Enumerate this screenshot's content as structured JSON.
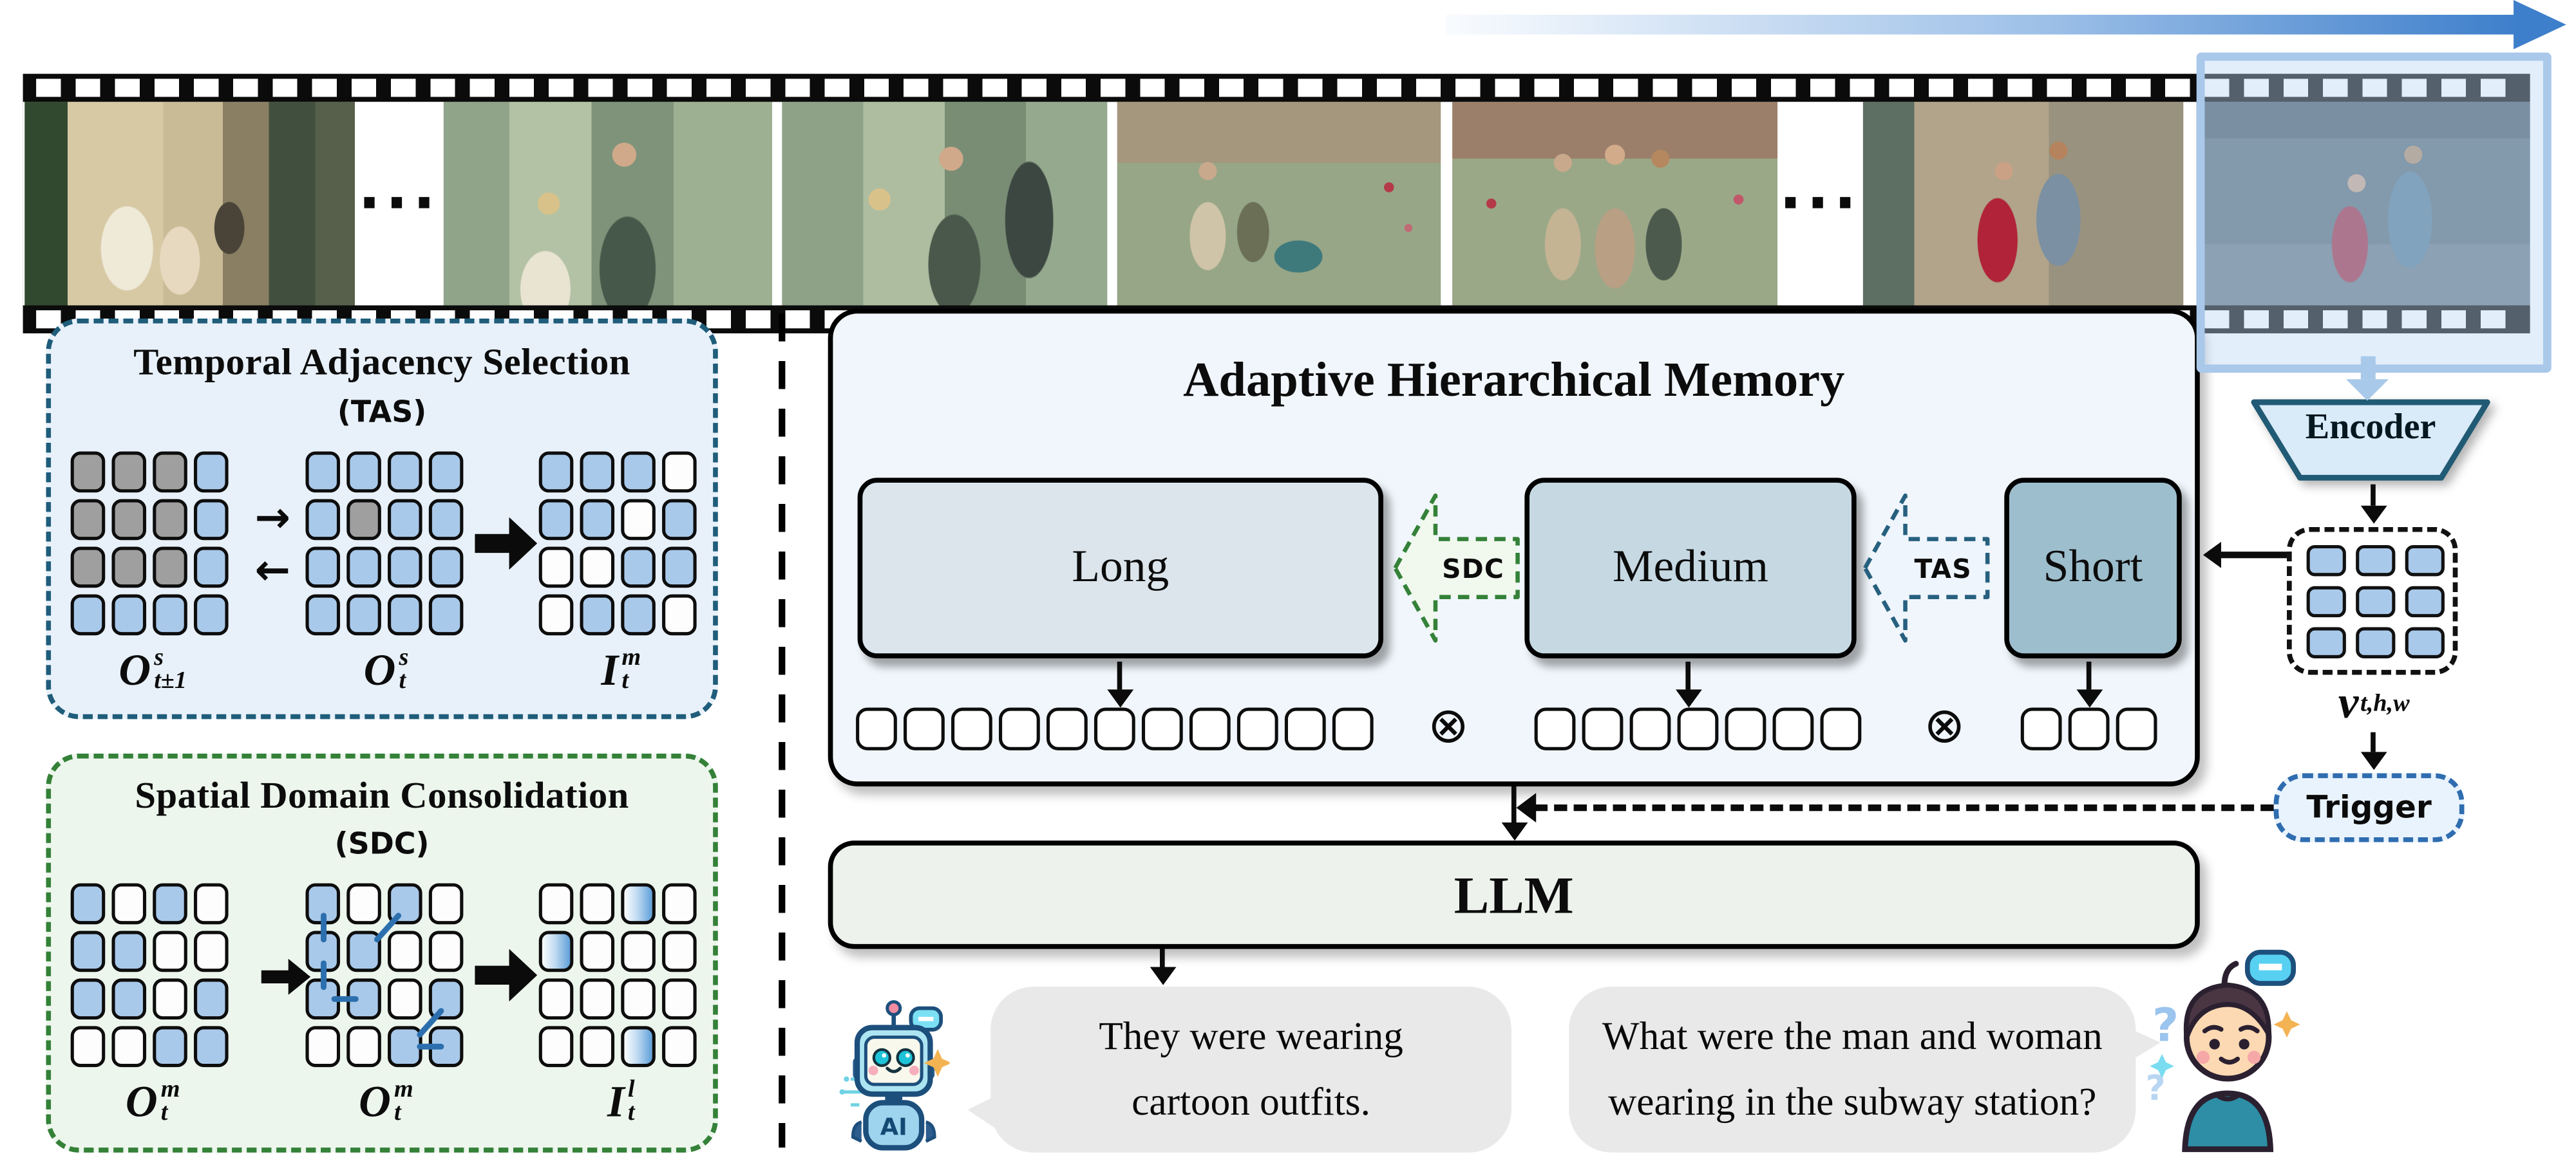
{
  "film_strip": {
    "ellipsis": "···",
    "frames": [
      "subway-costumes",
      "forest-couple",
      "forest-couple-back",
      "garden-walk",
      "garden-group",
      "red-dress-couple",
      "red-dress-couple-current"
    ]
  },
  "tas_panel": {
    "title": "Temporal Adjacency Selection",
    "subtitle": "(TAS)",
    "arrow_right": "→",
    "arrow_left": "←",
    "grids": {
      "adjacent": [
        [
          "g",
          "g",
          "g",
          "b"
        ],
        [
          "g",
          "g",
          "g",
          "b"
        ],
        [
          "g",
          "g",
          "g",
          "b"
        ],
        [
          "b",
          "b",
          "b",
          "b"
        ]
      ],
      "current": [
        [
          "b",
          "b",
          "b",
          "b"
        ],
        [
          "b",
          "g",
          "b",
          "b"
        ],
        [
          "b",
          "b",
          "b",
          "b"
        ],
        [
          "b",
          "b",
          "b",
          "b"
        ]
      ],
      "result": [
        [
          "b",
          "b",
          "b",
          "w"
        ],
        [
          "b",
          "b",
          "w",
          "b"
        ],
        [
          "w",
          "w",
          "b",
          "b"
        ],
        [
          "w",
          "b",
          "b",
          "w"
        ]
      ]
    },
    "labels": [
      {
        "base": "O",
        "sup": "s",
        "sub": "t±1"
      },
      {
        "base": "O",
        "sup": "s",
        "sub": "t"
      },
      {
        "base": "I",
        "sup": "m",
        "sub": "t"
      }
    ]
  },
  "sdc_panel": {
    "title": "Spatial Domain Consolidation",
    "subtitle": "(SDC)",
    "grids": {
      "input": [
        [
          "b",
          "w",
          "b",
          "w"
        ],
        [
          "b",
          "b",
          "w",
          "w"
        ],
        [
          "b",
          "b",
          "w",
          "b"
        ],
        [
          "w",
          "w",
          "b",
          "b"
        ]
      ],
      "linked": [
        [
          "b",
          "w",
          "b",
          "w"
        ],
        [
          "b",
          "b",
          "w",
          "w"
        ],
        [
          "b",
          "b",
          "w",
          "b"
        ],
        [
          "w",
          "w",
          "b",
          "b"
        ]
      ],
      "result": [
        [
          "w",
          "w",
          "d",
          "w"
        ],
        [
          "d",
          "w",
          "w",
          "w"
        ],
        [
          "w",
          "w",
          "w",
          "w"
        ],
        [
          "w",
          "w",
          "d",
          "w"
        ]
      ]
    },
    "links": [
      [
        [
          0,
          0
        ],
        [
          0,
          1
        ]
      ],
      [
        [
          2,
          0
        ],
        [
          1,
          1
        ]
      ],
      [
        [
          0,
          1
        ],
        [
          0,
          2
        ]
      ],
      [
        [
          0,
          2
        ],
        [
          1,
          2
        ]
      ],
      [
        [
          3,
          2
        ],
        [
          2,
          3
        ]
      ],
      [
        [
          2,
          3
        ],
        [
          3,
          3
        ]
      ]
    ],
    "labels": [
      {
        "base": "O",
        "sup": "m",
        "sub": "t"
      },
      {
        "base": "O",
        "sup": "m",
        "sub": "t"
      },
      {
        "base": "I",
        "sup": "l",
        "sub": "t"
      }
    ]
  },
  "memory": {
    "title": "Adaptive Hierarchical Memory",
    "long_label": "Long",
    "medium_label": "Medium",
    "short_label": "Short",
    "sdc_arrow_label": "SDC",
    "tas_arrow_label": "TAS",
    "operator": "⊗",
    "tokens": {
      "long": [
        "w",
        "d",
        "w",
        "w",
        "d",
        "w",
        "w",
        "w",
        "w",
        "d",
        "w"
      ],
      "medium": [
        "b",
        "b",
        "w",
        "b",
        "b",
        "w",
        "b"
      ],
      "short": [
        "b",
        "b",
        "b"
      ]
    }
  },
  "encoder": {
    "label": "Encoder"
  },
  "feature_tokens": {
    "label": {
      "base": "v",
      "sub": "t,h,w"
    }
  },
  "trigger": {
    "label": "Trigger"
  },
  "llm": {
    "label": "LLM"
  },
  "chat": {
    "ai_lines": [
      "They were wearing",
      "cartoon outfits."
    ],
    "user_lines": [
      "What were the man and woman",
      "wearing in the subway station?"
    ],
    "robot_badge": "AI",
    "question_glyph": "?"
  },
  "colors": {
    "accent_blue": "#3e7fcb",
    "token_blue": "#a9c9ea",
    "token_gray": "#9f9fa0",
    "tas_border": "#1f5d7a",
    "sdc_green": "#348138",
    "trigger_blue": "#2f6db0"
  }
}
